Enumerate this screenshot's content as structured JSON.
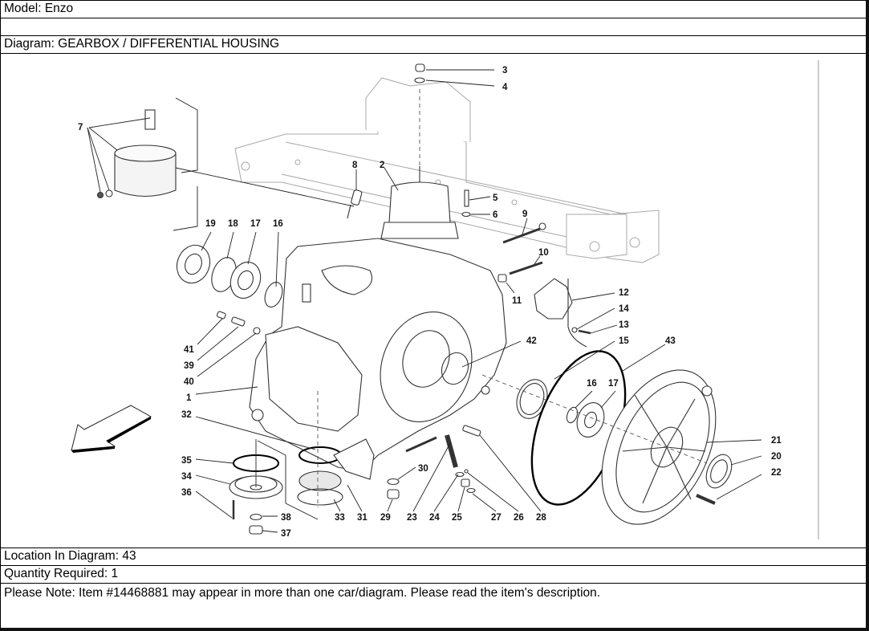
{
  "page": {
    "model_label": "Model: Enzo",
    "blank_row": "",
    "diagram_label": "Diagram: GEARBOX / DIFFERENTIAL HOUSING",
    "location_label": "Location In Diagram: 43",
    "quantity_label": "Quantity Required: 1",
    "note_label": "Please Note: Item #14468881 may appear in more than one car/diagram. Please read the item's description."
  },
  "item": {
    "model": "Enzo",
    "diagram": "GEARBOX / DIFFERENTIAL HOUSING",
    "location_in_diagram": 43,
    "quantity_required": 1,
    "item_number": "14468881"
  },
  "diagram": {
    "direction_arrow": "front-direction-arrow-icon",
    "callouts": {
      "c1": "1",
      "c2": "2",
      "c3": "3",
      "c4": "4",
      "c5": "5",
      "c6": "6",
      "c7": "7",
      "c8": "8",
      "c9": "9",
      "c10": "10",
      "c11": "11",
      "c12": "12",
      "c13": "13",
      "c14": "14",
      "c15": "15",
      "c16a": "16",
      "c17a": "17",
      "c18": "18",
      "c19": "19",
      "c16b": "16",
      "c17b": "17",
      "c20": "20",
      "c21": "21",
      "c22": "22",
      "c23": "23",
      "c24": "24",
      "c25": "25",
      "c26": "26",
      "c27": "27",
      "c28": "28",
      "c29": "29",
      "c30": "30",
      "c31": "31",
      "c32": "32",
      "c33": "33",
      "c34": "34",
      "c35": "35",
      "c36": "36",
      "c37": "37",
      "c38": "38",
      "c39": "39",
      "c40": "40",
      "c41": "41",
      "c42": "42",
      "c43": "43"
    }
  }
}
